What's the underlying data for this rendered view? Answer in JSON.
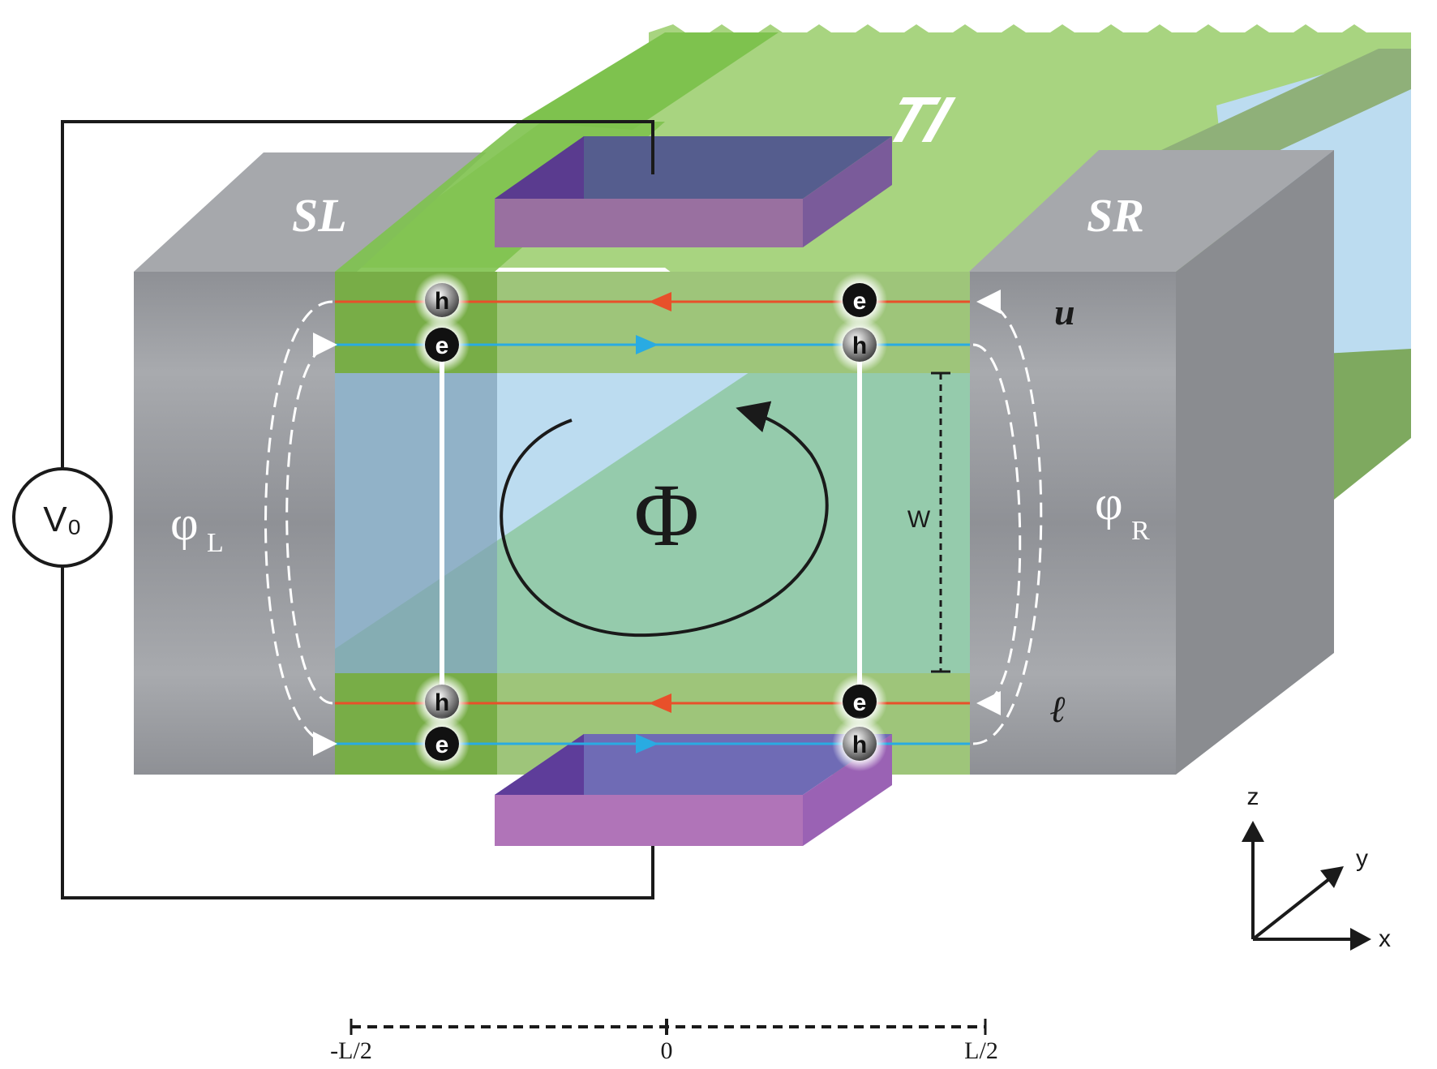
{
  "labels": {
    "voltage_source": "V₀",
    "superconductor_left": "SL",
    "superconductor_right": "SR",
    "topological_insulator": "TI",
    "phase_left_symbol": "φ",
    "phase_left_subscript": "L",
    "phase_right_symbol": "φ",
    "phase_right_subscript": "R",
    "flux": "Φ",
    "width": "W",
    "upper_edge": "u",
    "lower_edge": "ℓ",
    "electron": "e",
    "hole": "h"
  },
  "axes": {
    "z": "z",
    "y": "y",
    "x": "x"
  },
  "scale": {
    "left": "-L/2",
    "center": "0",
    "right": "L/2"
  },
  "colors": {
    "superconductor_gray": "#9a9ca0",
    "ti_green": "#8cc96a",
    "gate_purple": "#9b6bb0",
    "gate_blue": "#4a4f96",
    "electron_channel_red": "#e8502a",
    "hole_channel_blue": "#29abe2",
    "wire_black": "#1a1a1a",
    "substrate_blue": "#bcdcf0"
  }
}
